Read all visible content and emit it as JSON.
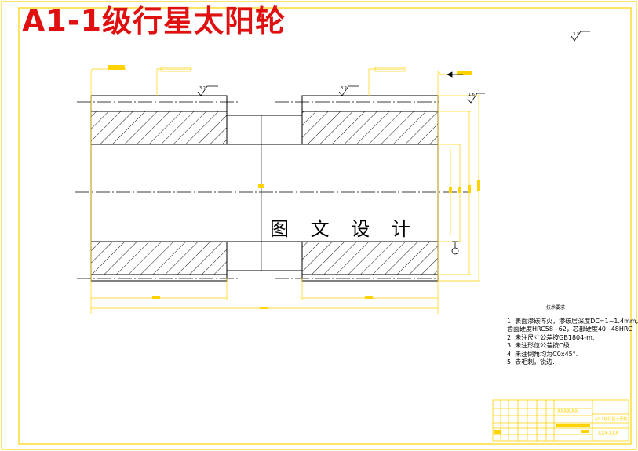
{
  "title": "A1-1级行星太阳轮",
  "watermark": "图 文 设 计",
  "notes": {
    "heading": "技术要求",
    "items": [
      "1.  表面渗碳淬火，渗碳层深度DC=1~1.4mm,",
      "     齿面硬度HRC58~62，芯部硬度40~48HRC",
      "2.  未注尺寸公差按GB1804-m.",
      "3.  未注形位公差按C级.",
      "4.  未注倒角均为C0x45°.",
      "5.  去毛刺，锐边."
    ]
  },
  "roughness": {
    "global_value": "3.2",
    "left_value": "3.2",
    "mid_value": "3.2",
    "right_value": "1.6"
  },
  "title_block": {
    "drawing_name": "A1-1级行星太阳轮",
    "code_top": "XXXX-XX",
    "code_bottom": "XXX-XXX"
  },
  "colors": {
    "line": "#000000",
    "dimension": "#ffd200",
    "border": "#ffd200",
    "title_red": "#e01010"
  },
  "icons": [
    "roughness-icon",
    "datum-icon",
    "leader-icon"
  ]
}
